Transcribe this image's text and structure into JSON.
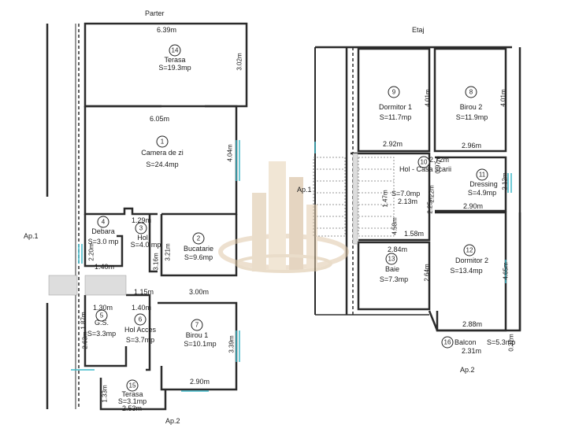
{
  "titles": {
    "ground": "Parter",
    "upper": "Etaj"
  },
  "ap_labels": {
    "ap1_left": "Ap.1",
    "ap2_bottom_left": "Ap.2",
    "ap1_mid": "Ap.1",
    "ap2_bottom_right": "Ap.2"
  },
  "rooms": {
    "terasa_top": {
      "num": "14",
      "name": "Terasa",
      "area": "S=19.3mp"
    },
    "camera": {
      "num": "1",
      "name": "Camera de zi",
      "area": "S=24.4mp"
    },
    "debara": {
      "num": "4",
      "name": "Debara",
      "area": "S=3.0 mp"
    },
    "hol": {
      "num": "3",
      "name": "Hol",
      "area": "S=4.0 mp"
    },
    "bucatarie": {
      "num": "2",
      "name": "Bucatarie",
      "area": "S=9.6mp"
    },
    "gs": {
      "num": "5",
      "name": "G.S.",
      "area": "S=3.3mp"
    },
    "hol_acces": {
      "num": "6",
      "name": "Hol Acces",
      "area": "S=3.7mp"
    },
    "birou1": {
      "num": "7",
      "name": "Birou 1",
      "area": "S=10.1mp"
    },
    "terasa_bottom": {
      "num": "15",
      "name": "Terasa",
      "area": "S=3.1mp"
    },
    "dormitor1": {
      "num": "9",
      "name": "Dormitor 1",
      "area": "S=11.7mp"
    },
    "birou2": {
      "num": "8",
      "name": "Birou 2",
      "area": "S=11.9mp"
    },
    "hol_scari": {
      "num": "10",
      "name": "Hol - Casa scarii",
      "area": "S=7.0mp"
    },
    "dressing": {
      "num": "11",
      "name": "Dressing",
      "area": "S=4.9mp"
    },
    "baie": {
      "num": "13",
      "name": "Baie",
      "area": "S=7.3mp"
    },
    "dormitor2": {
      "num": "12",
      "name": "Dormitor 2",
      "area": "S=13.4mp"
    },
    "balcon": {
      "num": "16",
      "name": "Balcon",
      "area": "S=5.3mp"
    }
  },
  "dims": {
    "d639": "6.39m",
    "d302": "3.02m",
    "d605": "6.05m",
    "d404": "4.04m",
    "d129": "1.29m",
    "d220": "2.20m",
    "d140a": "1.40m",
    "d316": "3.16m",
    "d321": "3.21m",
    "d115": "1.15m",
    "d300": "3.00m",
    "d130": "1.30m",
    "d140b": "1.40m",
    "d187": "1.87m",
    "d263": "2.63m",
    "d339": "3.39m",
    "d290a": "2.90m",
    "d133": "1.33m",
    "d253": "2.53m",
    "d401a": "4.01m",
    "d401b": "4.01m",
    "d292": "2.92m",
    "d272": "2.72m",
    "d296": "2.96m",
    "d097": "0.97m",
    "d212": "2.12m",
    "d147": "1.47m",
    "d213": "2.13m",
    "d222": "2.22m",
    "d225": "2.25m",
    "d290b": "2.90m",
    "d458": "4.58m",
    "d158": "1.58m",
    "d284": "2.84m",
    "d264": "2.64m",
    "d465": "4.65m",
    "d288": "2.88m",
    "d231": "2.31m",
    "d032": "0.32m"
  }
}
